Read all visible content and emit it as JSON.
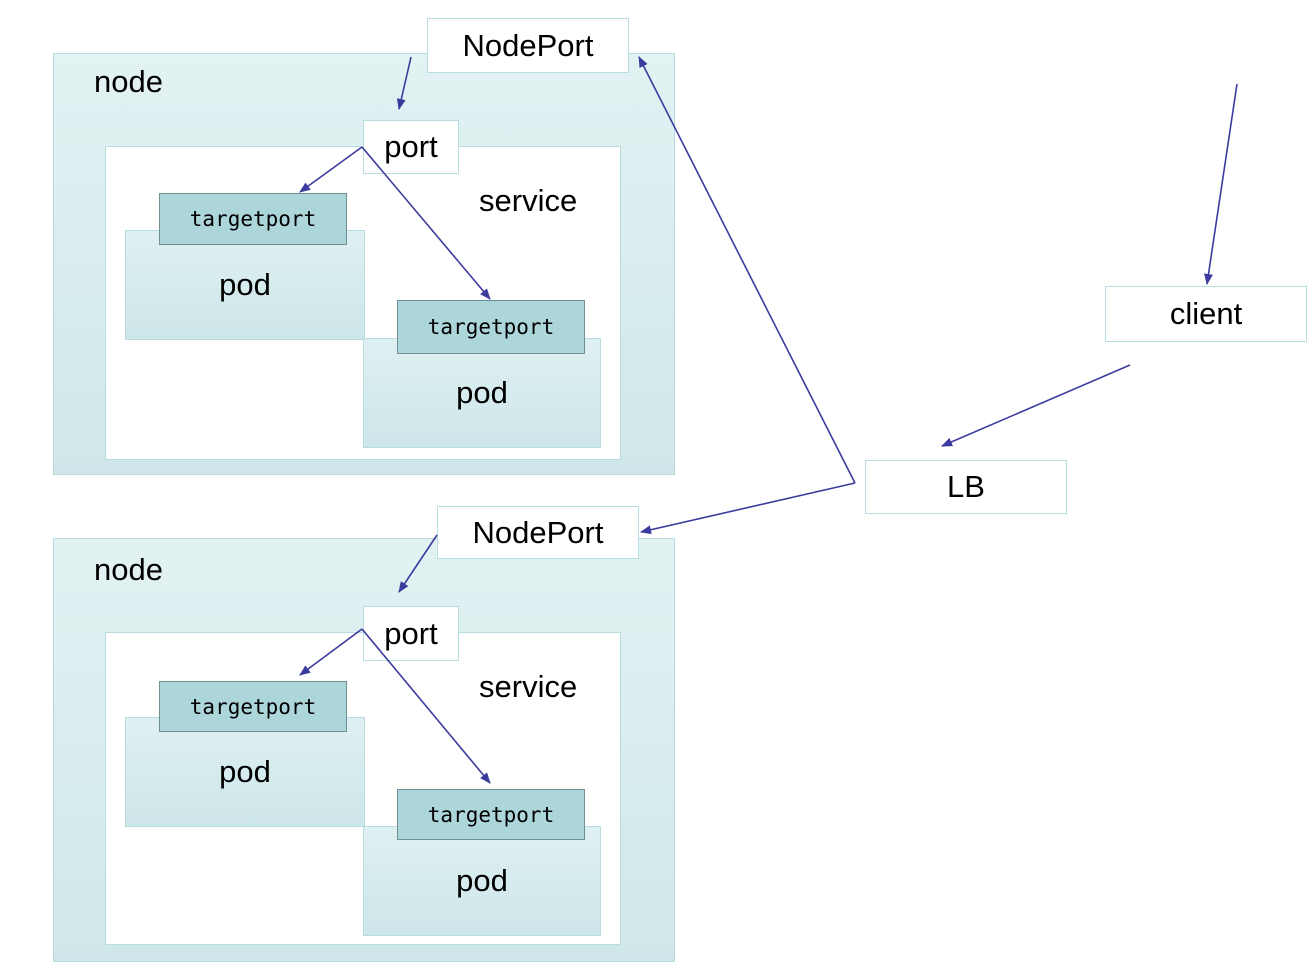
{
  "nodes": [
    {
      "label": "node",
      "nodeport": "NodePort",
      "port": "port",
      "service": "service",
      "pods": [
        {
          "targetport": "targetport",
          "label": "pod"
        },
        {
          "targetport": "targetport",
          "label": "pod"
        }
      ]
    },
    {
      "label": "node",
      "nodeport": "NodePort",
      "port": "port",
      "service": "service",
      "pods": [
        {
          "targetport": "targetport",
          "label": "pod"
        },
        {
          "targetport": "targetport",
          "label": "pod"
        }
      ]
    }
  ],
  "lb": "LB",
  "client": "client",
  "colors": {
    "edge": "#3b3b9e",
    "node_fill": "#d9eef0",
    "border": "#b7dde0",
    "targetport_fill": "#add6da"
  }
}
